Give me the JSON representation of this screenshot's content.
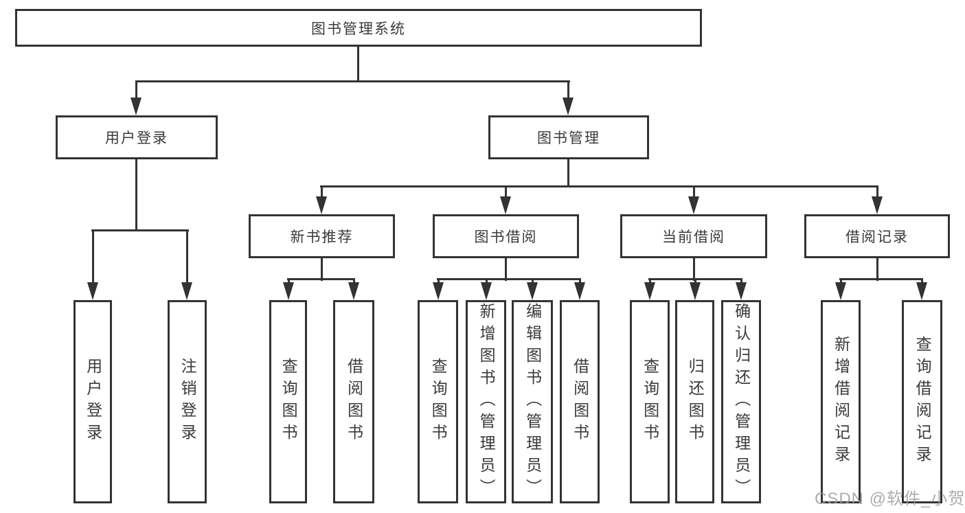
{
  "tree": {
    "root": {
      "label": "图书管理系统"
    },
    "login": {
      "label": "用户登录",
      "children": [
        {
          "label": "用户登录"
        },
        {
          "label": "注销登录"
        }
      ]
    },
    "mgmt": {
      "label": "图书管理",
      "groups": [
        {
          "label": "新书推荐",
          "children": [
            {
              "label": "查询图书"
            },
            {
              "label": "借阅图书"
            }
          ]
        },
        {
          "label": "图书借阅",
          "children": [
            {
              "label": "查询图书"
            },
            {
              "label": "新增图书（管理员）"
            },
            {
              "label": "编辑图书（管理员）"
            },
            {
              "label": "借阅图书"
            }
          ]
        },
        {
          "label": "当前借阅",
          "children": [
            {
              "label": "查询图书"
            },
            {
              "label": "归还图书"
            },
            {
              "label": "确认归还（管理员）"
            }
          ]
        },
        {
          "label": "借阅记录",
          "children": [
            {
              "label": "新增借阅记录"
            },
            {
              "label": "查询借阅记录"
            }
          ]
        }
      ]
    }
  },
  "watermark": {
    "text": "CSDN @软件_小贺同学"
  },
  "colors": {
    "line": "#333333",
    "text": "#3a3a3a",
    "watermark": "#9e9e9e",
    "background": "#ffffff"
  }
}
